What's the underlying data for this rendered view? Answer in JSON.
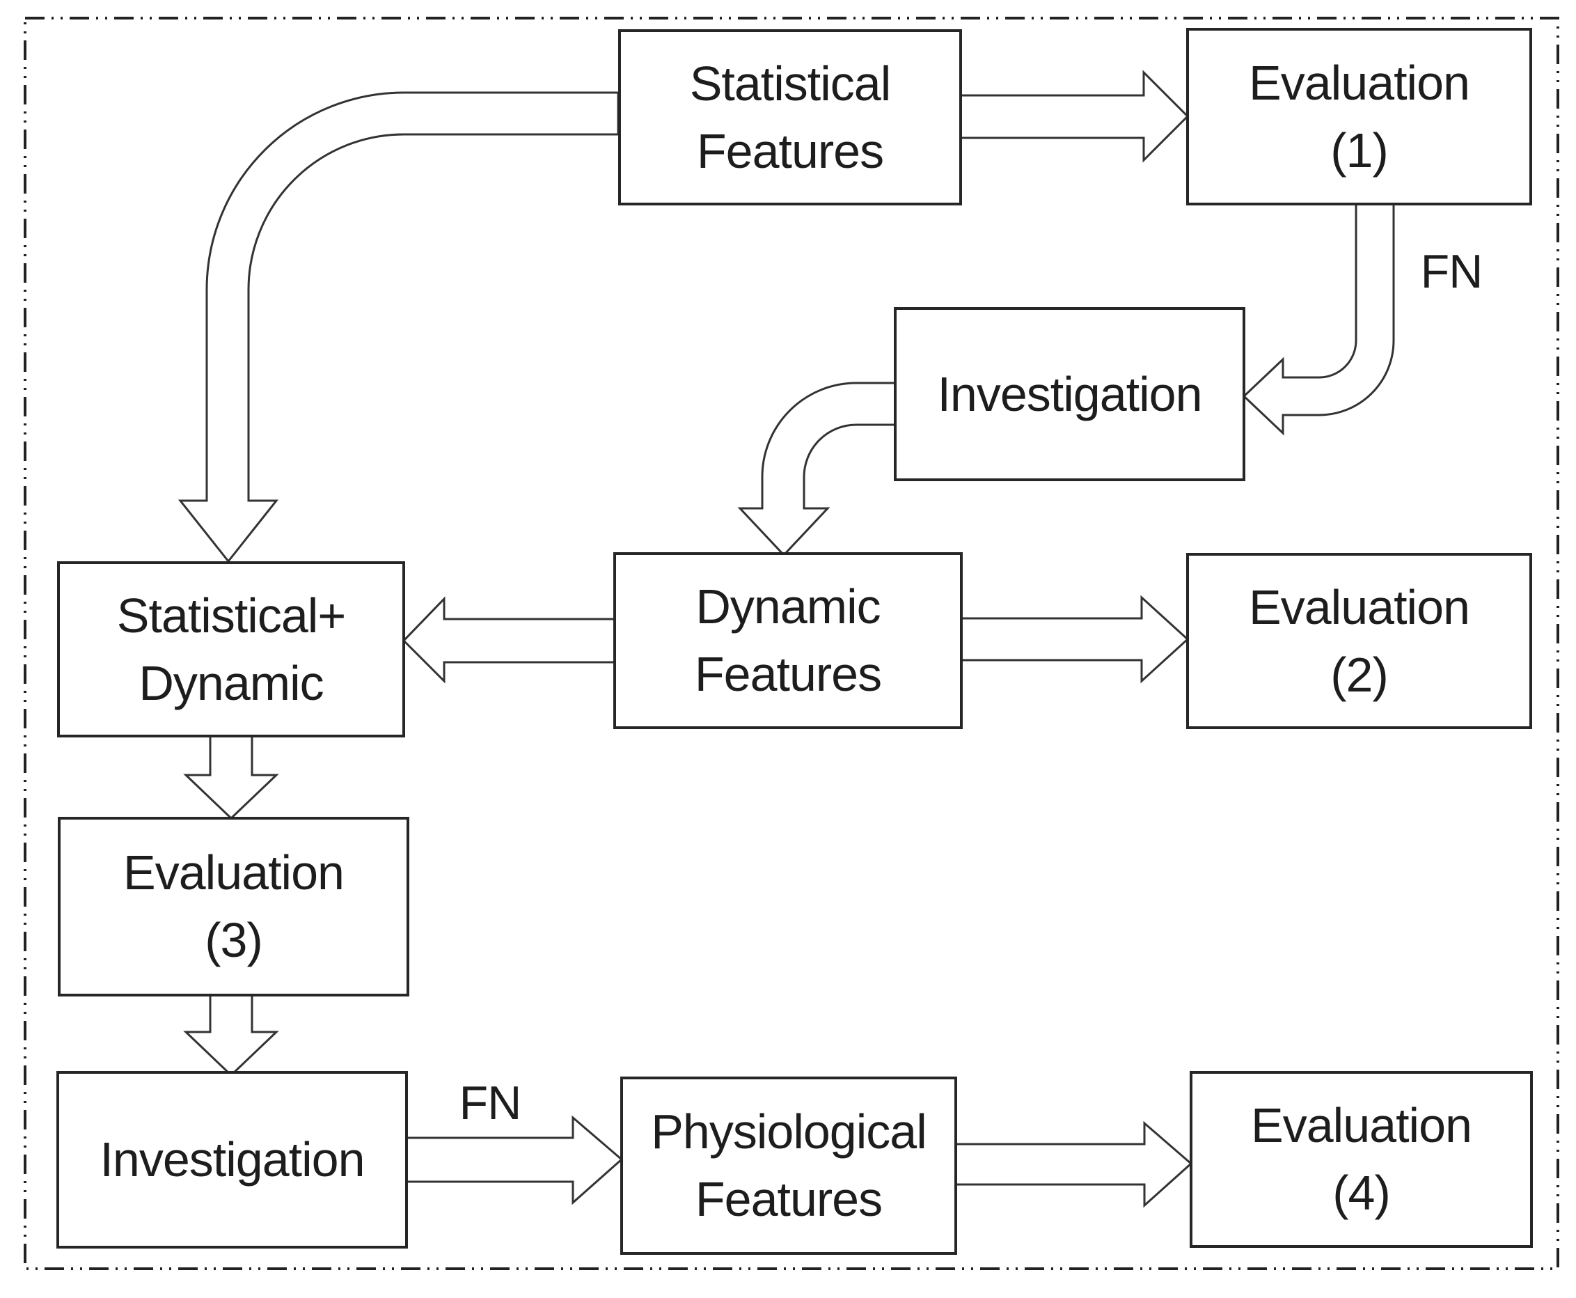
{
  "diagram": {
    "type": "flowchart",
    "background_color": "#ffffff",
    "line_color": "#333333",
    "text_color": "#1d1d1d",
    "frame_style": "dash-dot-dot border around entire diagram",
    "nodes": [
      {
        "id": "statistical-features",
        "line1": "Statistical",
        "line2": "Features"
      },
      {
        "id": "evaluation-1",
        "line1": "Evaluation",
        "line2": "(1)"
      },
      {
        "id": "investigation-top",
        "line1": "Investigation",
        "line2": ""
      },
      {
        "id": "statistical-dynamic",
        "line1": "Statistical+",
        "line2": "Dynamic"
      },
      {
        "id": "dynamic-features",
        "line1": "Dynamic",
        "line2": "Features"
      },
      {
        "id": "evaluation-2",
        "line1": "Evaluation",
        "line2": "(2)"
      },
      {
        "id": "evaluation-3",
        "line1": "Evaluation",
        "line2": "(3)"
      },
      {
        "id": "investigation-bottom",
        "line1": "Investigation",
        "line2": ""
      },
      {
        "id": "physiological-features",
        "line1": "Physiological",
        "line2": "Features"
      },
      {
        "id": "evaluation-4",
        "line1": "Evaluation",
        "line2": "(4)"
      }
    ],
    "fn_labels": [
      {
        "text": "FN",
        "position": "beside curved arrow from Evaluation (1) to Investigation (top)"
      },
      {
        "text": "FN",
        "position": "above arrow from Investigation (bottom) to Physiological Features"
      }
    ],
    "edges": [
      {
        "from": "statistical-features",
        "to": "evaluation-1",
        "label": ""
      },
      {
        "from": "statistical-features",
        "to": "statistical-dynamic",
        "label": ""
      },
      {
        "from": "evaluation-1",
        "to": "investigation-top",
        "label": "FN"
      },
      {
        "from": "investigation-top",
        "to": "dynamic-features",
        "label": ""
      },
      {
        "from": "dynamic-features",
        "to": "statistical-dynamic",
        "label": ""
      },
      {
        "from": "dynamic-features",
        "to": "evaluation-2",
        "label": ""
      },
      {
        "from": "statistical-dynamic",
        "to": "evaluation-3",
        "label": ""
      },
      {
        "from": "evaluation-3",
        "to": "investigation-bottom",
        "label": ""
      },
      {
        "from": "investigation-bottom",
        "to": "physiological-features",
        "label": "FN"
      },
      {
        "from": "physiological-features",
        "to": "evaluation-4",
        "label": ""
      }
    ]
  }
}
